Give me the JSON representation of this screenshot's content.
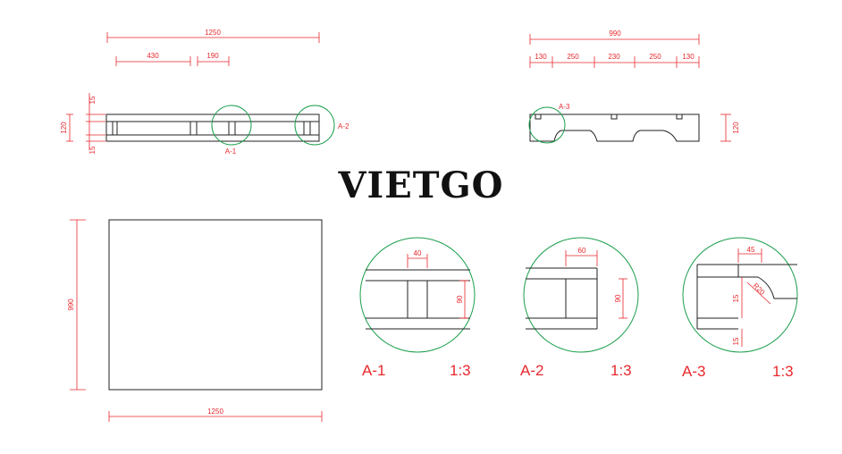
{
  "brand": {
    "name": "VIETGO"
  },
  "colors": {
    "dimension": "#e8282d",
    "outline": "#222222",
    "detail_circle": "#1a9e4b",
    "brand": "#111111"
  },
  "side_view": {
    "overall_length": "1250",
    "segment_1": "430",
    "segment_2": "190",
    "top_thickness": "15",
    "height": "120",
    "bottom_thickness": "15",
    "detail_a1": "A-1",
    "detail_a2": "A-2"
  },
  "end_view": {
    "overall_width": "990",
    "segments": [
      "130",
      "250",
      "230",
      "250",
      "130"
    ],
    "height": "120",
    "detail_a3": "A-3"
  },
  "plan_view": {
    "width": "1250",
    "depth": "990"
  },
  "details": [
    {
      "label": "A-1",
      "scale": "1:3",
      "dim_width": "40",
      "dim_height": "90"
    },
    {
      "label": "A-2",
      "scale": "1:3",
      "dim_width": "60",
      "dim_height": "90"
    },
    {
      "label": "A-3",
      "scale": "1:3",
      "dim_width": "45",
      "dim_radius": "R20",
      "dim_top": "15",
      "dim_bottom": "15"
    }
  ]
}
